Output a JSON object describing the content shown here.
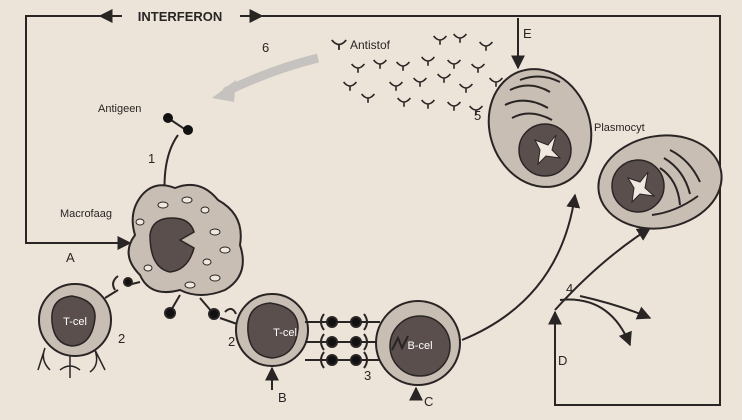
{
  "labels": {
    "interferon": "INTERFERON",
    "antistof": "Antistof",
    "antigeen": "Antigeen",
    "macrofaag": "Macrofaag",
    "plasmocyt": "Plasmocyt",
    "tcel_left": "T-cel",
    "tcel_mid": "T-cel",
    "bcel": "B-cel"
  },
  "step_numbers": {
    "s1": "1",
    "s2_left": "2",
    "s2_mid": "2",
    "s3": "3",
    "s4": "4",
    "s5": "5",
    "s6": "6"
  },
  "pathway_letters": {
    "A": "A",
    "B": "B",
    "C": "C",
    "D": "D",
    "E": "E"
  },
  "colors": {
    "background": "#ece4d9",
    "cell_fill": "#c9beb3",
    "nucleus_fill": "#5a4f4c",
    "line": "#2a2525",
    "gray_arrow": "#c6c2c0"
  }
}
